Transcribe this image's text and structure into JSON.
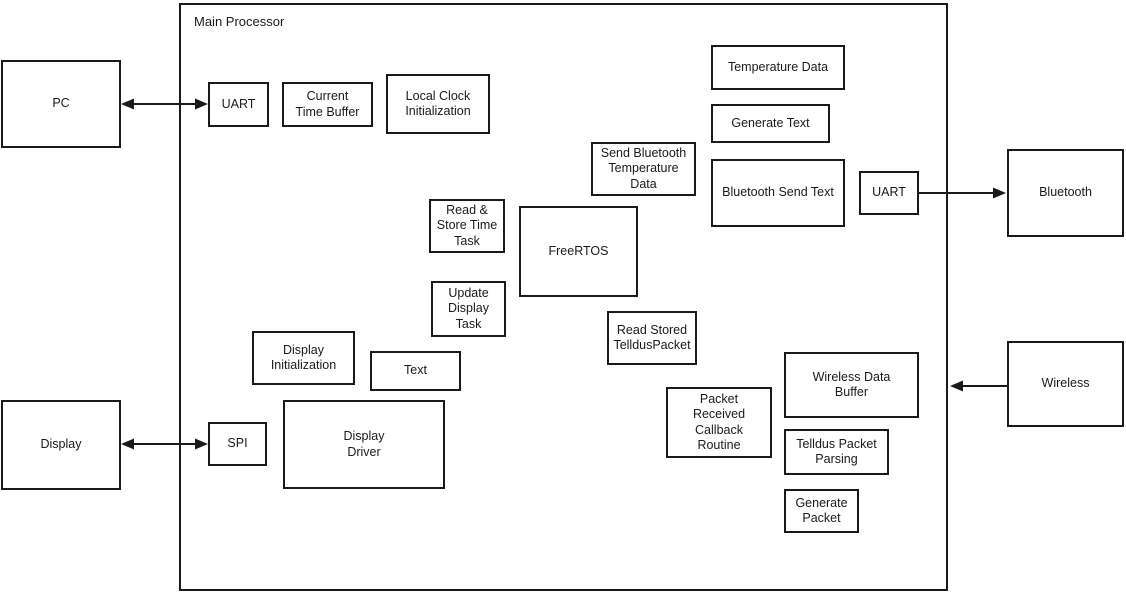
{
  "container": {
    "label": "Main Processor"
  },
  "nodes": {
    "pc": {
      "label": "PC"
    },
    "display": {
      "label": "Display"
    },
    "bluetooth": {
      "label": "Bluetooth"
    },
    "wireless": {
      "label": "Wireless"
    },
    "uart_pc": {
      "label": "UART"
    },
    "current_time_buffer": {
      "label": "Current\nTime Buffer"
    },
    "local_clock_initialization": {
      "label": "Local Clock\nInitialization"
    },
    "temperature_data": {
      "label": "Temperature Data"
    },
    "generate_text": {
      "label": "Generate Text"
    },
    "send_bluetooth_temperature_data": {
      "label": "Send Bluetooth\nTemperature\nData"
    },
    "bluetooth_send_text": {
      "label": "Bluetooth Send Text"
    },
    "uart_bluetooth": {
      "label": "UART"
    },
    "read_store_time_task": {
      "label": "Read &\nStore Time\nTask"
    },
    "freertos": {
      "label": "FreeRTOS"
    },
    "update_display_task": {
      "label": "Update\nDisplay\nTask"
    },
    "read_stored_telldus_packet": {
      "label": "Read Stored\nTelldusPacket"
    },
    "display_initialization": {
      "label": "Display\nInitialization"
    },
    "text": {
      "label": "Text"
    },
    "display_driver": {
      "label": "Display\nDriver"
    },
    "packet_received_callback_routine": {
      "label": "Packet\nReceived\nCallback\nRoutine"
    },
    "wireless_data_buffer": {
      "label": "Wireless Data\nBuffer"
    },
    "telldus_packet_parsing": {
      "label": "Telldus Packet\nParsing"
    },
    "generate_packet": {
      "label": "Generate\nPacket"
    },
    "spi": {
      "label": "SPI"
    }
  },
  "connections": [
    {
      "from": "PC",
      "to": "UART",
      "type": "bidirectional"
    },
    {
      "from": "Display",
      "to": "SPI",
      "type": "bidirectional"
    },
    {
      "from": "UART",
      "to": "Bluetooth",
      "type": "unidirectional"
    },
    {
      "from": "Wireless",
      "to": "Main Processor",
      "type": "unidirectional"
    }
  ],
  "colors": {
    "stroke": "#1a1a1a",
    "background": "#ffffff"
  }
}
